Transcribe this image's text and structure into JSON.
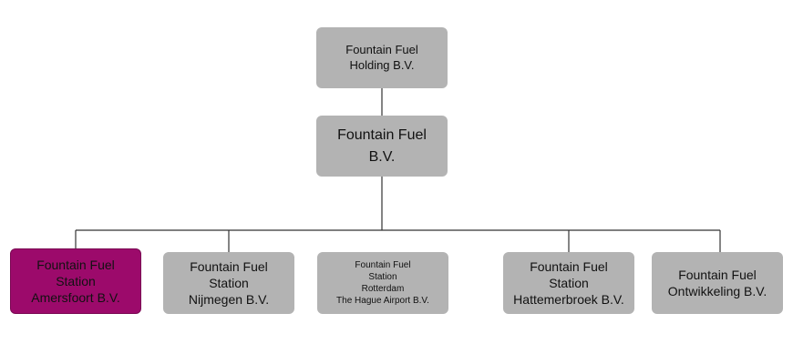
{
  "org_chart": {
    "colors": {
      "node_fill": "#b3b3b3",
      "highlight_fill": "#9c0a6b",
      "connector": "#333333",
      "text": "#111111"
    },
    "holding": {
      "lines": [
        "Fountain Fuel",
        "Holding B.V."
      ]
    },
    "company": {
      "lines": [
        "Fountain Fuel",
        "B.V."
      ]
    },
    "subsidiaries": [
      {
        "id": "amersfoort",
        "highlighted": true,
        "lines": [
          "Fountain Fuel",
          "Station",
          "Amersfoort B.V."
        ]
      },
      {
        "id": "nijmegen",
        "highlighted": false,
        "lines": [
          "Fountain Fuel",
          "Station",
          "Nijmegen B.V."
        ]
      },
      {
        "id": "rotterdam",
        "highlighted": false,
        "lines": [
          "Fountain Fuel",
          "Station",
          "Rotterdam",
          "The Hague Airport B.V."
        ]
      },
      {
        "id": "hattemerbroek",
        "highlighted": false,
        "lines": [
          "Fountain Fuel",
          "Station",
          "Hattemerbroek B.V."
        ]
      },
      {
        "id": "ontwikkeling",
        "highlighted": false,
        "lines": [
          "Fountain Fuel",
          "Ontwikkeling B.V."
        ]
      }
    ]
  }
}
